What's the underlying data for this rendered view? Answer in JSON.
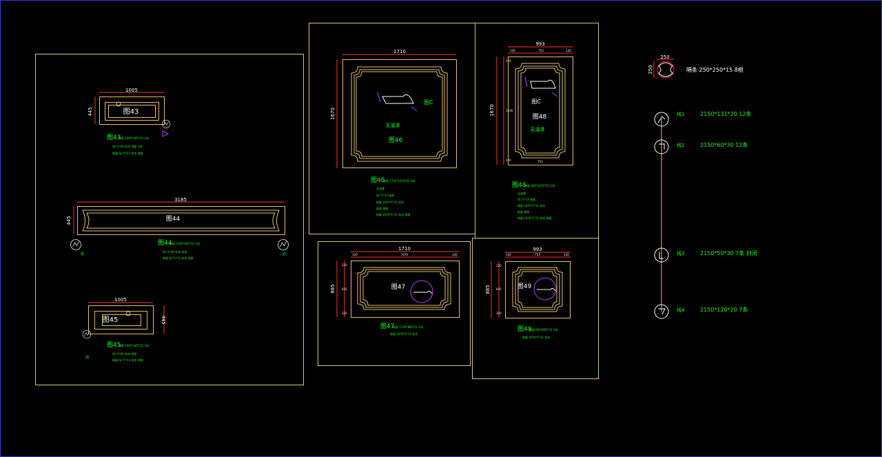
{
  "colors": {
    "background": "#000000",
    "frame": "#d8c48a",
    "panel": "#e6c070",
    "dimension": "#ff3030",
    "text_green": "#19ff19",
    "text_white": "#ffffff",
    "text_magenta": "#c040ff",
    "border_blue": "#3b3bd6"
  },
  "p43": {
    "dim_w": "1005",
    "dim_h": "445",
    "label": "图43",
    "title": "图43",
    "n1": "饰面 1005*445*22 1块",
    "n2": "GL*1*40 实木 线条 1块",
    "n3": "饰面 GL*1*11 实木 线条"
  },
  "p44": {
    "dim_w": "3185",
    "dim_h": "445",
    "label": "图44",
    "title": "图44",
    "n1": "饰面 3185*445*22 1块",
    "n2": "GL*1*40 实木 线条",
    "n3": "饰面 GL*1*11 实木 线条",
    "ca": "前",
    "cb": "后"
  },
  "p45": {
    "dim_w": "1005",
    "dim_h": "445",
    "label": "图45",
    "title": "图45",
    "n1": "饰面 1005*445*22 1块",
    "n2": "GL*1*40 实木 线条",
    "n3": "饰面 GL*1*11 实木 线条",
    "c": "前"
  },
  "p46": {
    "dim_w": "1710",
    "dim_h": "1670",
    "label": "图46",
    "inner": "无油漆",
    "dc": "图C",
    "title": "图46",
    "n1": "饰面 1710*1670*22 1块",
    "n2": "无油漆",
    "n3": "GL*1*14 线条",
    "n4": "饰面 1670*1*11 实木",
    "n5": "饰面 线条",
    "n6": "饰面 1670*1*11 实木 线条"
  },
  "p48": {
    "dim_w": "993",
    "sub_a": "120",
    "sub_b": "753",
    "sub_c": "120",
    "dim_h": "1670",
    "side_a": "120",
    "side_b": "1430",
    "side_c": "120",
    "bot": "753",
    "label": "图48",
    "inner": "无油漆",
    "dc": "图C",
    "title": "图48",
    "n1": "饰面 993*1670*22 1块",
    "n2": "无油漆",
    "n3": "GL*1*14 线条",
    "n4": "饰面 1670*1*11 实木",
    "n5": "饰面 线条",
    "n6": "饰面 1670*1*11 实木 线条"
  },
  "p47": {
    "dim_w": "1710",
    "sub_a": "120",
    "sub_b": "1470",
    "sub_c": "120",
    "dim_h": "885",
    "side_a": "120",
    "side_b": "645",
    "side_c": "120",
    "label": "图47",
    "title": "图47",
    "n1": "饰面 1710*885*22 1块",
    "n2": "饰面 1670*1*11 实木"
  },
  "p49": {
    "dim_w": "993",
    "sub_a": "120",
    "sub_b": "753",
    "sub_c": "120",
    "dim_h": "885",
    "side_a": "120",
    "side_b": "645",
    "side_c": "120",
    "label": "图49",
    "title": "图49",
    "n1": "饰面 993*885*22 1块",
    "n2": "饰面 1670*1*11 实木"
  },
  "legend": {
    "sec_w": "250",
    "sec_h": "250",
    "sec_label": "隔条 250*250*15 8根",
    "items": [
      {
        "mark": "线1",
        "spec": "2150*131*20 12条"
      },
      {
        "mark": "线2",
        "spec": "2150*60*30 12条"
      },
      {
        "mark": "线3",
        "spec": "2150*50*30 7条 封闭"
      },
      {
        "mark": "线4",
        "spec": "2150*120*20 7条"
      }
    ]
  }
}
